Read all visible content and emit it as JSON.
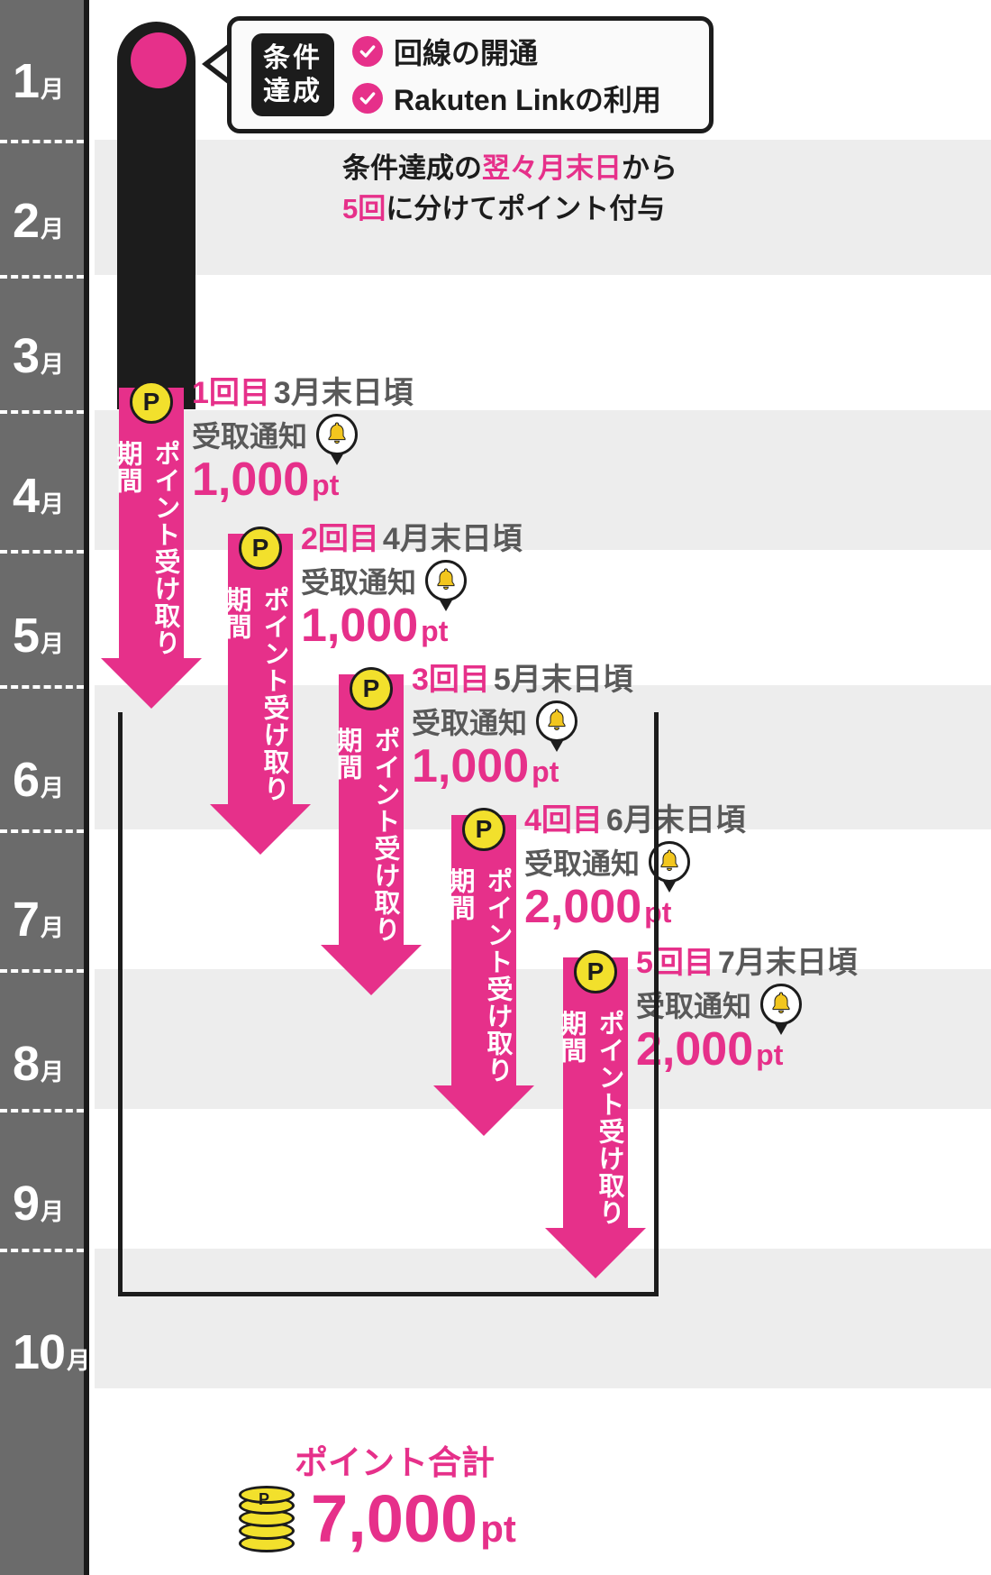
{
  "months": [
    {
      "num": "1",
      "suffix": "月"
    },
    {
      "num": "2",
      "suffix": "月"
    },
    {
      "num": "3",
      "suffix": "月"
    },
    {
      "num": "4",
      "suffix": "月"
    },
    {
      "num": "5",
      "suffix": "月"
    },
    {
      "num": "6",
      "suffix": "月"
    },
    {
      "num": "7",
      "suffix": "月"
    },
    {
      "num": "8",
      "suffix": "月"
    },
    {
      "num": "9",
      "suffix": "月"
    },
    {
      "num": "10",
      "suffix": "月"
    }
  ],
  "callout": {
    "badge_line1": "条件",
    "badge_line2": "達成",
    "conditions": [
      {
        "label": "回線の開通"
      },
      {
        "label": "Rakuten Linkの利用"
      }
    ]
  },
  "description": {
    "line1_pre": "条件達成の",
    "line1_hl": "翌々月末日",
    "line1_post": "から",
    "line2_hl": "5回",
    "line2_post": "に分けてポイント付与"
  },
  "arrow_label": "ポイント受け取り期間",
  "payments": [
    {
      "coin": "P",
      "ordinal": "1回目",
      "when": "3月末日頃",
      "notice": "受取通知",
      "amount": "1,000",
      "unit": "pt"
    },
    {
      "coin": "P",
      "ordinal": "2回目",
      "when": "4月末日頃",
      "notice": "受取通知",
      "amount": "1,000",
      "unit": "pt"
    },
    {
      "coin": "P",
      "ordinal": "3回目",
      "when": "5月末日頃",
      "notice": "受取通知",
      "amount": "1,000",
      "unit": "pt"
    },
    {
      "coin": "P",
      "ordinal": "4回目",
      "when": "6月末日頃",
      "notice": "受取通知",
      "amount": "2,000",
      "unit": "pt"
    },
    {
      "coin": "P",
      "ordinal": "5回目",
      "when": "7月末日頃",
      "notice": "受取通知",
      "amount": "2,000",
      "unit": "pt"
    }
  ],
  "total": {
    "label": "ポイント合計",
    "coin": "P",
    "amount": "7,000",
    "unit": "pt"
  },
  "colors": {
    "pink": "#e6308a",
    "black": "#1c1c1c",
    "sidebar_gray": "#6b6b6b",
    "stripe_gray": "#ededed",
    "yellow": "#f2e02c",
    "text_gray": "#595959"
  }
}
